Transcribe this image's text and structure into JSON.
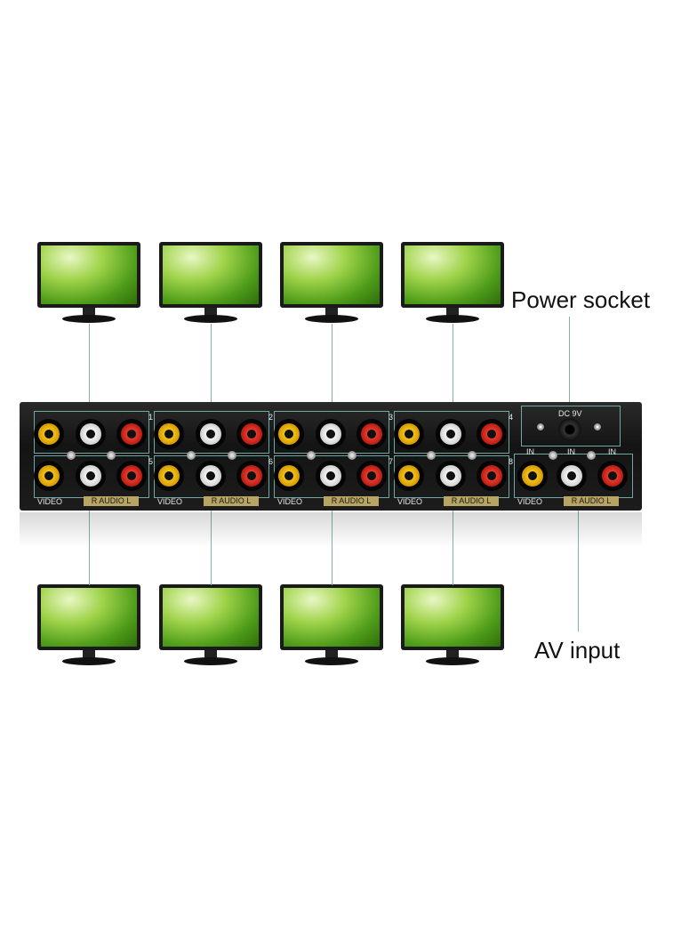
{
  "callouts": {
    "power_socket": "Power socket",
    "av_input": "AV input"
  },
  "device": {
    "dc_label": "DC 9V",
    "video_label": "VIDEO",
    "audio_label": "R  AUDIO  L",
    "in_label": "IN",
    "port_numbers": [
      "1",
      "2",
      "3",
      "4",
      "5",
      "6",
      "7",
      "8"
    ]
  },
  "colors": {
    "yellow_jack": "#f2c21c",
    "white_jack": "#f4f4f4",
    "red_jack": "#e63b2e",
    "line": "#7fb3ad"
  }
}
